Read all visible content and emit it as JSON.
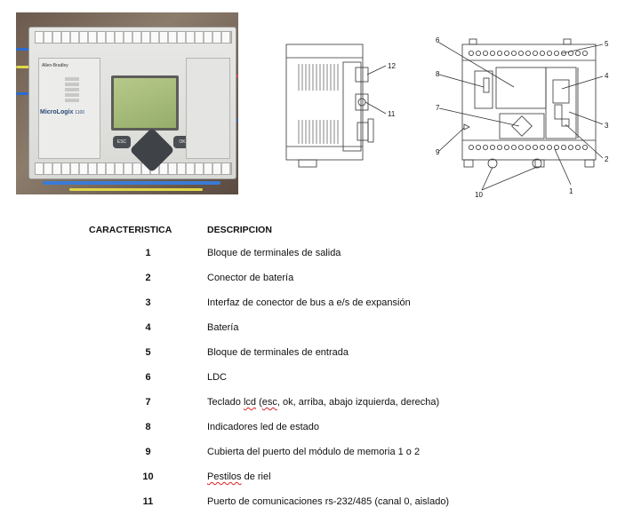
{
  "photo": {
    "brand": "Allen-Bradley",
    "model": "MicroLogix",
    "model_sub": "1100",
    "keys": {
      "esc": "ESC",
      "ok": "OK"
    }
  },
  "diagram_side": {
    "callouts": [
      "12",
      "11"
    ]
  },
  "diagram_front": {
    "callouts": [
      "6",
      "8",
      "7",
      "9",
      "10",
      "5",
      "4",
      "3",
      "2",
      "1"
    ]
  },
  "table": {
    "headers": [
      "CARACTERISTICA",
      "DESCRIPCION"
    ],
    "rows": [
      {
        "num": "1",
        "desc": "Bloque de terminales de salida"
      },
      {
        "num": "2",
        "desc": "Conector de batería"
      },
      {
        "num": "3",
        "desc": "Interfaz de conector de bus a e/s de expansión"
      },
      {
        "num": "4",
        "desc": "Batería"
      },
      {
        "num": "5",
        "desc": "Bloque de terminales de entrada"
      },
      {
        "num": "6",
        "desc": "LDC"
      },
      {
        "num": "7",
        "desc_parts": [
          "Teclado ",
          "lcd",
          " (",
          "esc",
          ", ok, arriba, abajo izquierda, derecha)"
        ]
      },
      {
        "num": "8",
        "desc": "Indicadores led de estado"
      },
      {
        "num": "9",
        "desc": "Cubierta del puerto del módulo de memoria 1 o 2"
      },
      {
        "num": "10",
        "desc_parts": [
          "",
          "Pestilos",
          " de riel"
        ]
      },
      {
        "num": "11",
        "desc": "Puerto de comunicaciones rs-232/485 (canal 0, aislado)"
      }
    ]
  }
}
